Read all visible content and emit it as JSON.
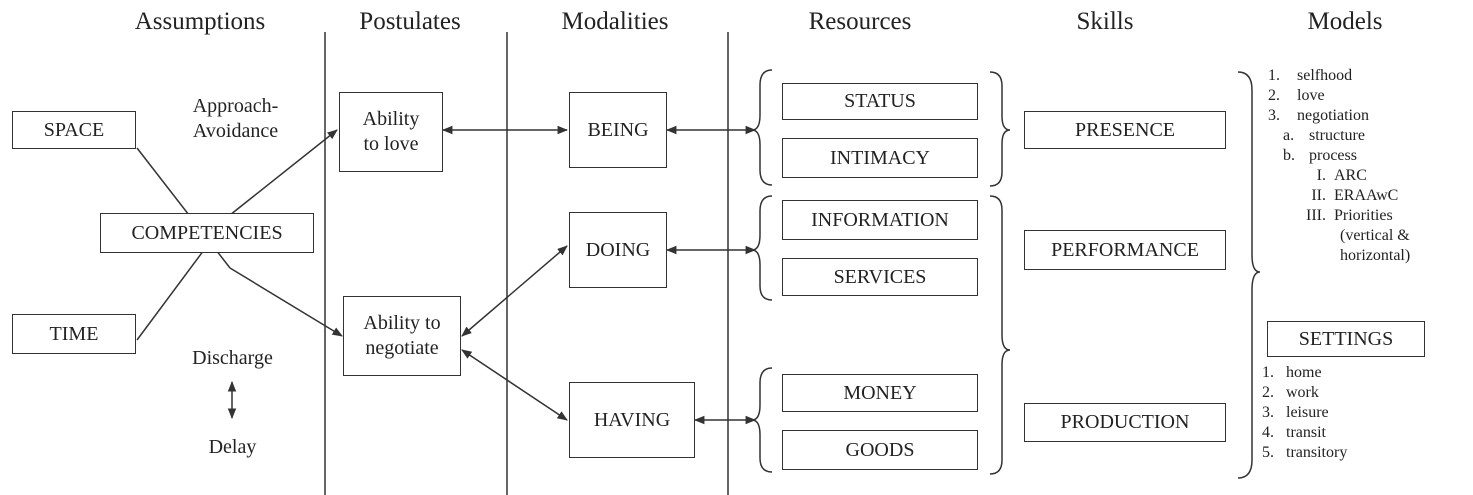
{
  "headers": {
    "assumptions": "Assumptions",
    "postulates": "Postulates",
    "modalities": "Modalities",
    "resources": "Resources",
    "skills": "Skills",
    "models": "Models"
  },
  "assumptions": {
    "space": "SPACE",
    "competencies": "COMPETENCIES",
    "time": "TIME",
    "approach_line1": "Approach-",
    "approach_line2": "Avoidance",
    "discharge": "Discharge",
    "delay": "Delay"
  },
  "postulates": {
    "love_line1": "Ability",
    "love_line2": "to love",
    "negotiate_line1": "Ability to",
    "negotiate_line2": "negotiate"
  },
  "modalities": {
    "being": "BEING",
    "doing": "DOING",
    "having": "HAVING"
  },
  "resources": {
    "status": "STATUS",
    "intimacy": "INTIMACY",
    "information": "INFORMATION",
    "services": "SERVICES",
    "money": "MONEY",
    "goods": "GOODS"
  },
  "skills": {
    "presence": "PRESENCE",
    "performance": "PERFORMANCE",
    "production": "PRODUCTION"
  },
  "models": {
    "items": [
      {
        "num": "1.",
        "text": "selfhood"
      },
      {
        "num": "2.",
        "text": "love"
      },
      {
        "num": "3.",
        "text": "negotiation"
      }
    ],
    "sub": [
      {
        "num": "a.",
        "text": "structure"
      },
      {
        "num": "b.",
        "text": "process"
      }
    ],
    "subsub": [
      {
        "num": "I.",
        "text": "ARC"
      },
      {
        "num": "II.",
        "text": "ERAAwC"
      },
      {
        "num": "III.",
        "text": "Priorities"
      }
    ],
    "priorities_line2": "(vertical &",
    "priorities_line3": "horizontal)"
  },
  "settings": {
    "title": "SETTINGS",
    "items": [
      {
        "num": "1.",
        "text": "home"
      },
      {
        "num": "2.",
        "text": "work"
      },
      {
        "num": "3.",
        "text": "leisure"
      },
      {
        "num": "4.",
        "text": "transit"
      },
      {
        "num": "5.",
        "text": "transitory"
      }
    ]
  },
  "colors": {
    "ink": "#222222",
    "line": "#333333"
  }
}
